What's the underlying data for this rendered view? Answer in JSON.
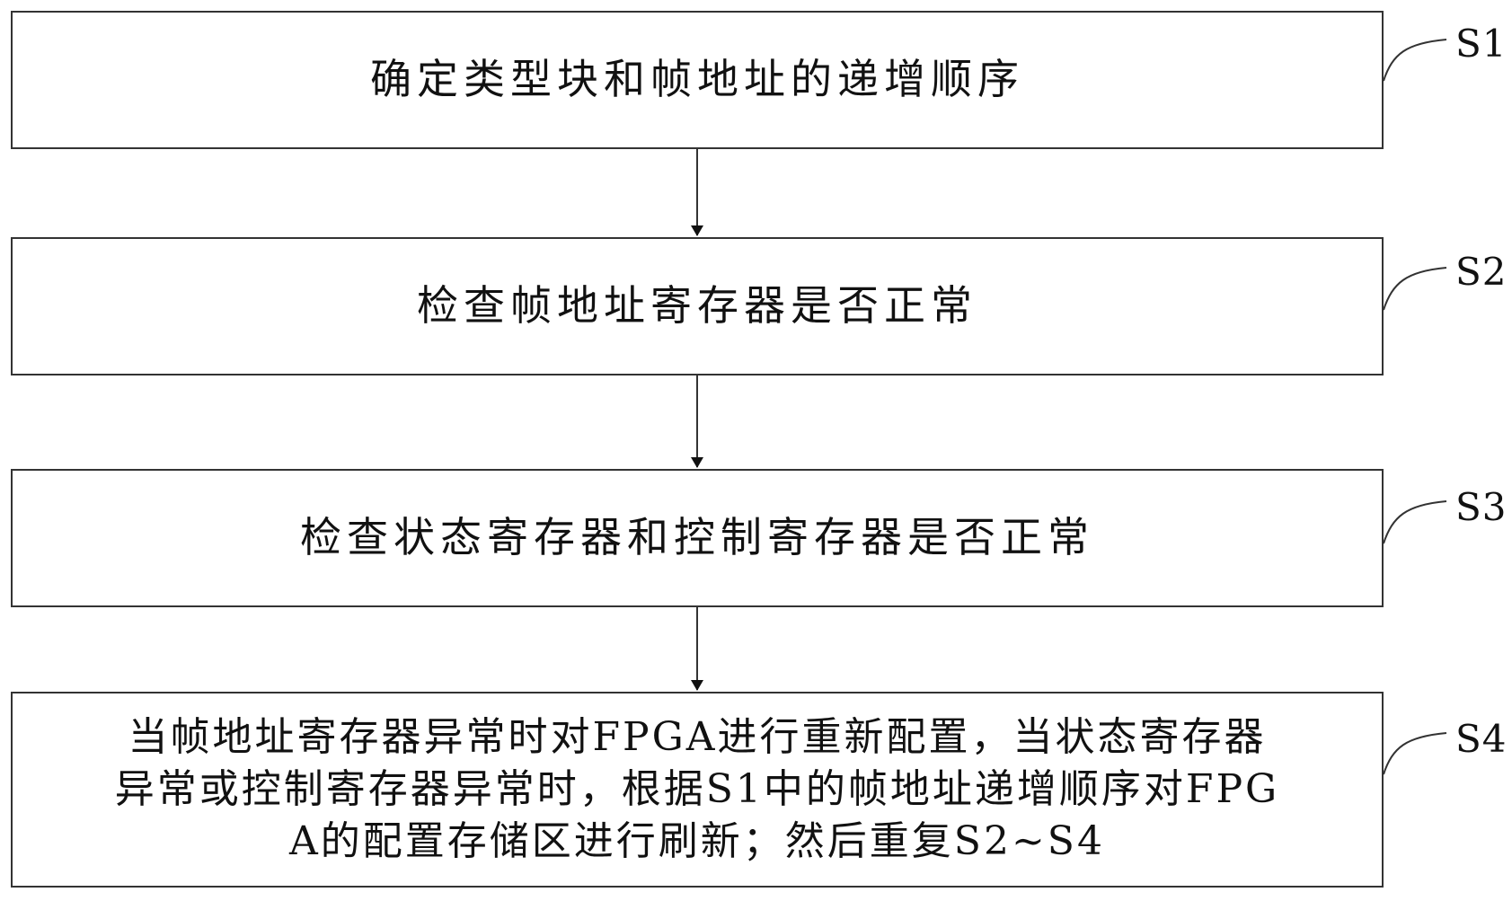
{
  "diagram": {
    "steps": [
      {
        "id": "S1",
        "label": "S1",
        "text": "确定类型块和帧地址的递增顺序"
      },
      {
        "id": "S2",
        "label": "S2",
        "text": "检查帧地址寄存器是否正常"
      },
      {
        "id": "S3",
        "label": "S3",
        "text": "检查状态寄存器和控制寄存器是否正常"
      },
      {
        "id": "S4",
        "label": "S4",
        "text": "当帧地址寄存器异常时对FPGA进行重新配置，当状态寄存器\n异常或控制寄存器异常时，根据S1中的帧地址递增顺序对FPG\nA的配置存储区进行刷新；然后重复S2~S4"
      }
    ],
    "line_color": "#333333"
  }
}
